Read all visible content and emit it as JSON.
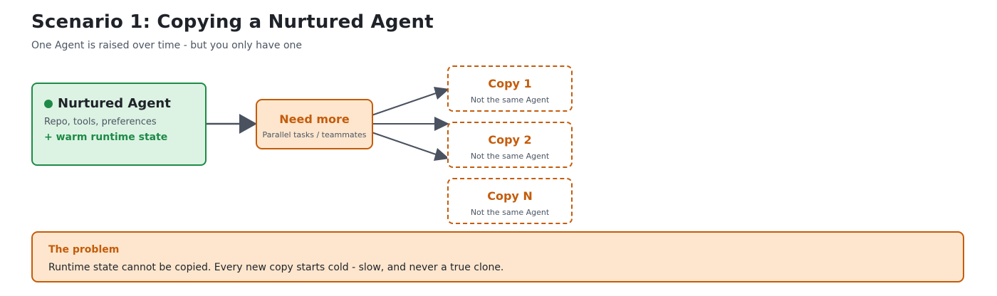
{
  "header": {
    "title": "Scenario 1: Copying a Nurtured Agent",
    "subtitle": "One Agent is raised over time - but you only have one"
  },
  "nurtured_agent": {
    "title": "Nurtured Agent",
    "line1": "Repo, tools, preferences",
    "line2": "+ warm runtime state",
    "status_icon": "status-dot-icon"
  },
  "need_more": {
    "title": "Need more",
    "subtitle": "Parallel tasks / teammates"
  },
  "copies": [
    {
      "title": "Copy 1",
      "subtitle": "Not the same Agent"
    },
    {
      "title": "Copy 2",
      "subtitle": "Not the same Agent"
    },
    {
      "title": "Copy N",
      "subtitle": "Not the same Agent"
    }
  ],
  "problem": {
    "title": "The problem",
    "text": "Runtime state cannot be copied. Every new copy starts cold - slow, and never a true clone."
  },
  "colors": {
    "green": "#1e8a47",
    "green_fill": "#dcf3e3",
    "orange": "#c45c0b",
    "orange_fill": "#fde6cd",
    "arrow": "#4a5260",
    "text": "#1f2329",
    "muted": "#4b5563"
  }
}
